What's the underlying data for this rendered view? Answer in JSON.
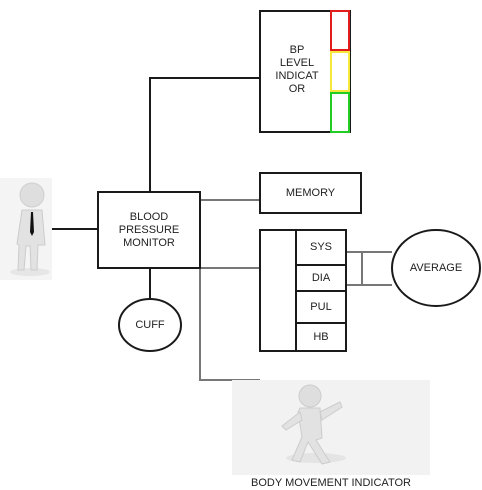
{
  "nodes": {
    "bp_level_indicator": {
      "label": "BP\nLEVEL\nINDICAT\nOR",
      "level_colors": [
        "#e11d1d",
        "#f5e83a",
        "#22cc22"
      ]
    },
    "memory": {
      "label": "MEMORY"
    },
    "blood_pressure_monitor": {
      "label": "BLOOD\nPRESSURE\nMONITOR"
    },
    "cuff": {
      "label": "CUFF"
    },
    "average": {
      "label": "AVERAGE"
    },
    "readings": [
      {
        "label": "SYS"
      },
      {
        "label": "DIA"
      },
      {
        "label": "PUL"
      },
      {
        "label": "HB"
      }
    ],
    "body_movement_indicator": {
      "label": "BODY MOVEMENT INDICATOR"
    }
  },
  "figures": {
    "user": "standing-person-with-tie",
    "movement": "moving-person"
  },
  "colors": {
    "stroke": "#1a1a1a",
    "connector": "#777777",
    "figure_body": "#e3e3e3",
    "figure_shadow": "#f2f2f2"
  }
}
